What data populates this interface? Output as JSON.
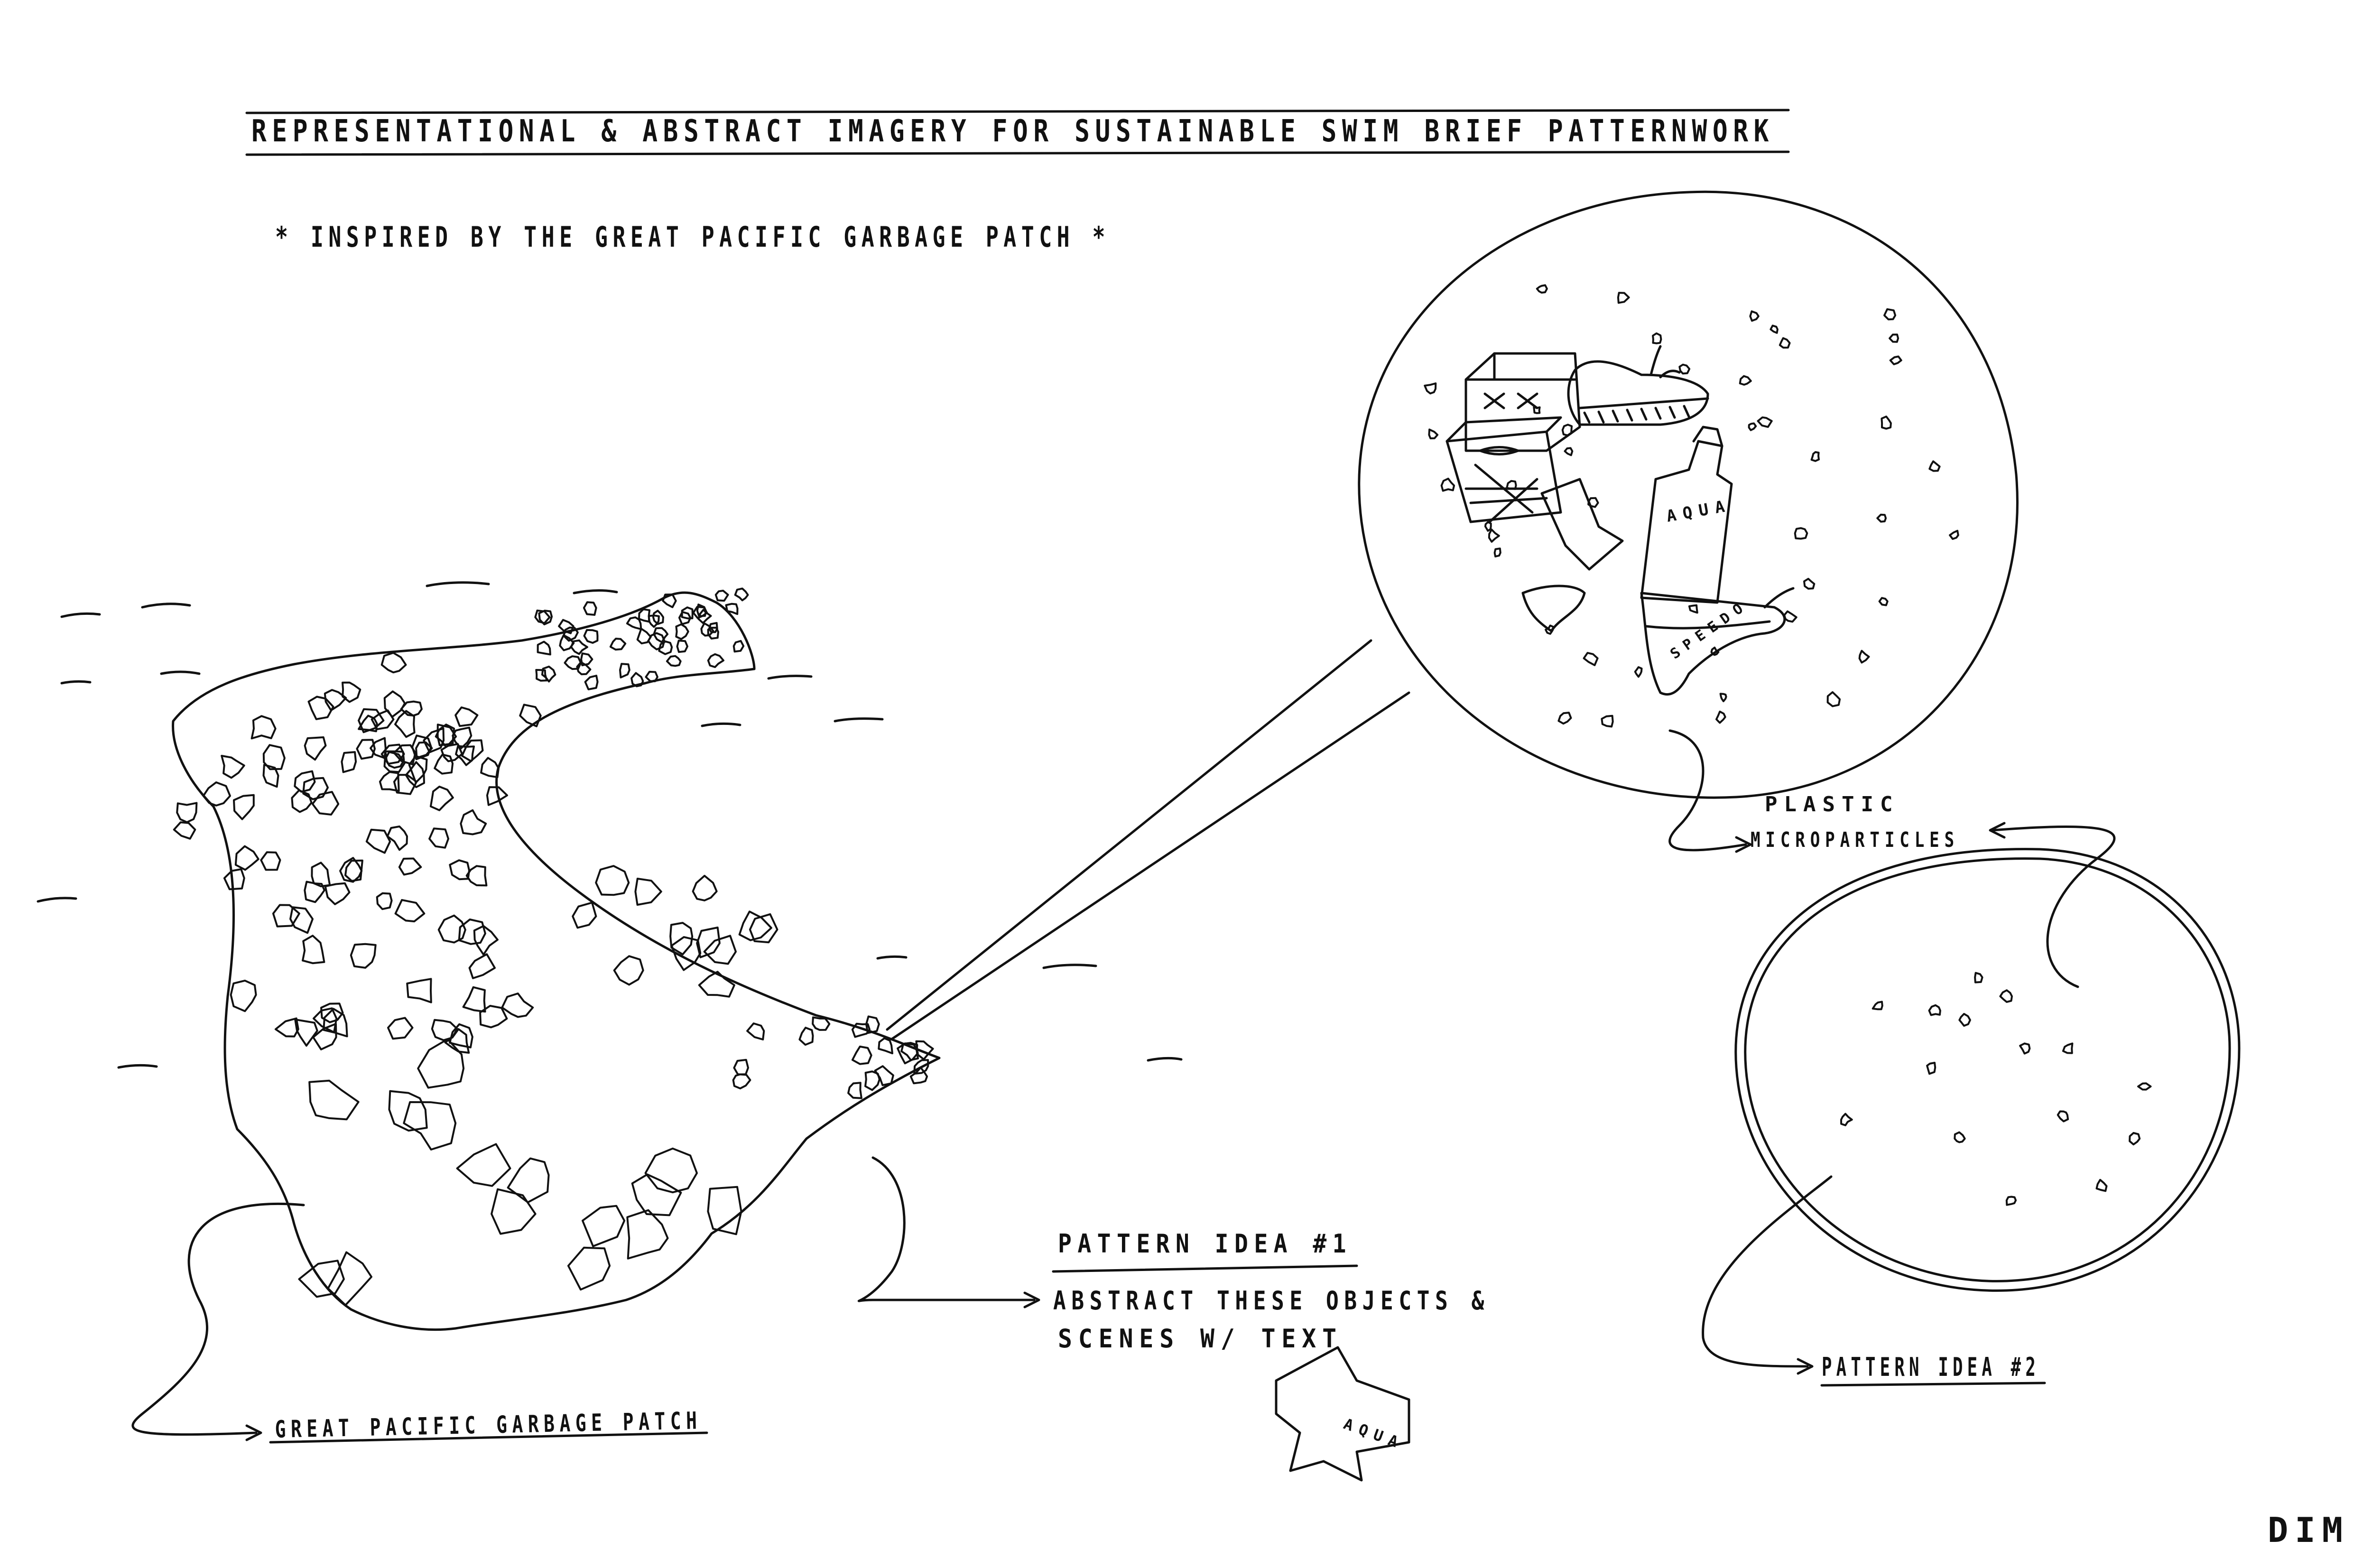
{
  "title": "REPRESENTATIONAL & ABSTRACT IMAGERY FOR SUSTAINABLE SWIM BRIEF PATTERNWORK",
  "subtitle": "* INSPIRED BY THE GREAT PACIFIC GARBAGE PATCH *",
  "labels": {
    "garbage_patch": "GREAT PACIFIC GARBAGE PATCH",
    "plastic_line1": "PLASTIC",
    "plastic_line2": "MICROPARTICLES",
    "pattern1_title": "PATTERN IDEA #1",
    "pattern1_line1": "ABSTRACT THESE OBJECTS &",
    "pattern1_line2": "SCENES W/ TEXT",
    "pattern2_title": "PATTERN IDEA #2",
    "sheet_id": "DIM 1"
  },
  "object_texts": {
    "bottle": "AQUA",
    "brief": "SPEEDO",
    "fragment": "AQUA"
  },
  "colors": {
    "ink": "#111111",
    "paper": "#ffffff"
  }
}
